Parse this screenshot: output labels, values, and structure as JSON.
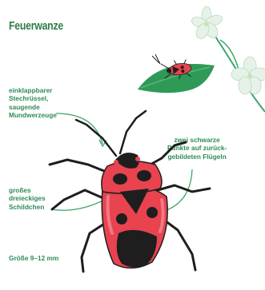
{
  "title": "Feuerwanze",
  "labels": {
    "mouthparts": "einklappbarer\nStechrüssel,\nsaugende\nMundwerzeuge",
    "wing_dots": "zwei schwarze\nPunkte auf zurück-\ngebildeten Flügeln",
    "shield": "großes\ndreieckiges\nSchildchen",
    "size": "Größe 9–12 mm"
  },
  "colors": {
    "title": "#2e7d4a",
    "label": "#2e8b57",
    "leader_line": "#3aa66a",
    "bug_red": "#e8434f",
    "bug_pink": "#f07a86",
    "bug_black": "#1e1e1e",
    "leaf_green": "#2f9a57",
    "flower": "#e6f2e8"
  }
}
